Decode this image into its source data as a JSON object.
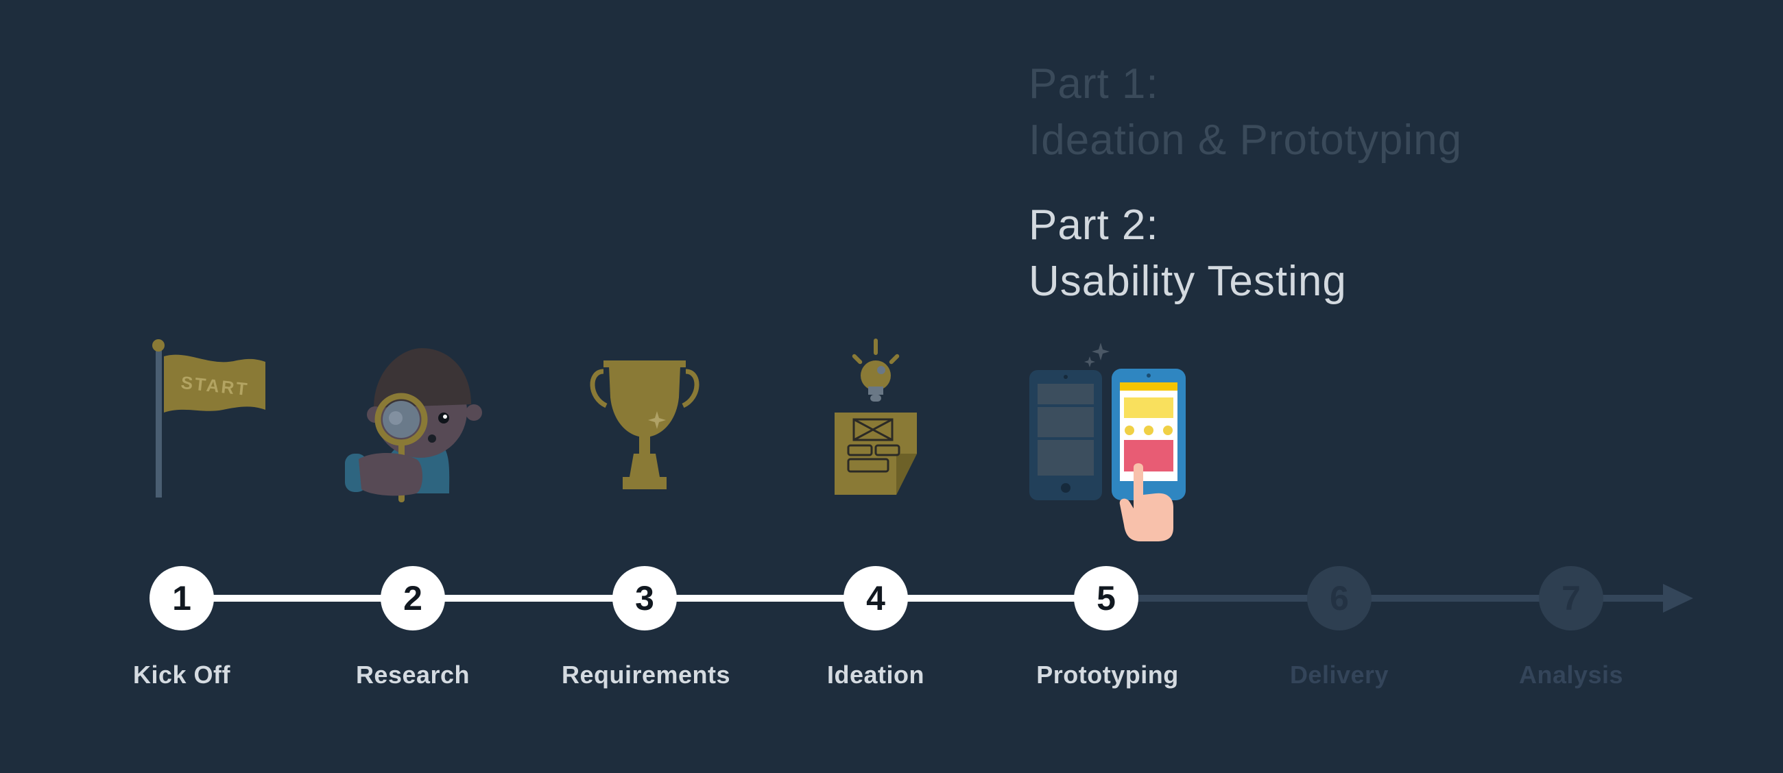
{
  "headings": [
    {
      "line1": "Part 1:",
      "line2": "Ideation & Prototyping",
      "state": "muted"
    },
    {
      "line1": "Part 2:",
      "line2": "Usability Testing",
      "state": "active"
    }
  ],
  "flag_text": "START",
  "steps": [
    {
      "num": "1",
      "label": "Kick Off",
      "completed": true,
      "icon": "start-flag-icon"
    },
    {
      "num": "2",
      "label": "Research",
      "completed": true,
      "icon": "researcher-magnifier-icon"
    },
    {
      "num": "3",
      "label": "Requirements",
      "completed": true,
      "icon": "trophy-icon"
    },
    {
      "num": "4",
      "label": "Ideation",
      "completed": true,
      "icon": "lightbulb-sketch-note-icon"
    },
    {
      "num": "5",
      "label": "Prototyping",
      "completed": true,
      "icon": "phone-prototype-icon"
    },
    {
      "num": "6",
      "label": "Delivery",
      "completed": false,
      "icon": ""
    },
    {
      "num": "7",
      "label": "Analysis",
      "completed": false,
      "icon": ""
    }
  ],
  "colors": {
    "background": "#1e2d3d",
    "active_text": "#d3d9df",
    "muted_text": "#3a4a5a",
    "track_done": "#ffffff",
    "track_todo": "#34465a",
    "accent_gold": "#8a7a36"
  }
}
